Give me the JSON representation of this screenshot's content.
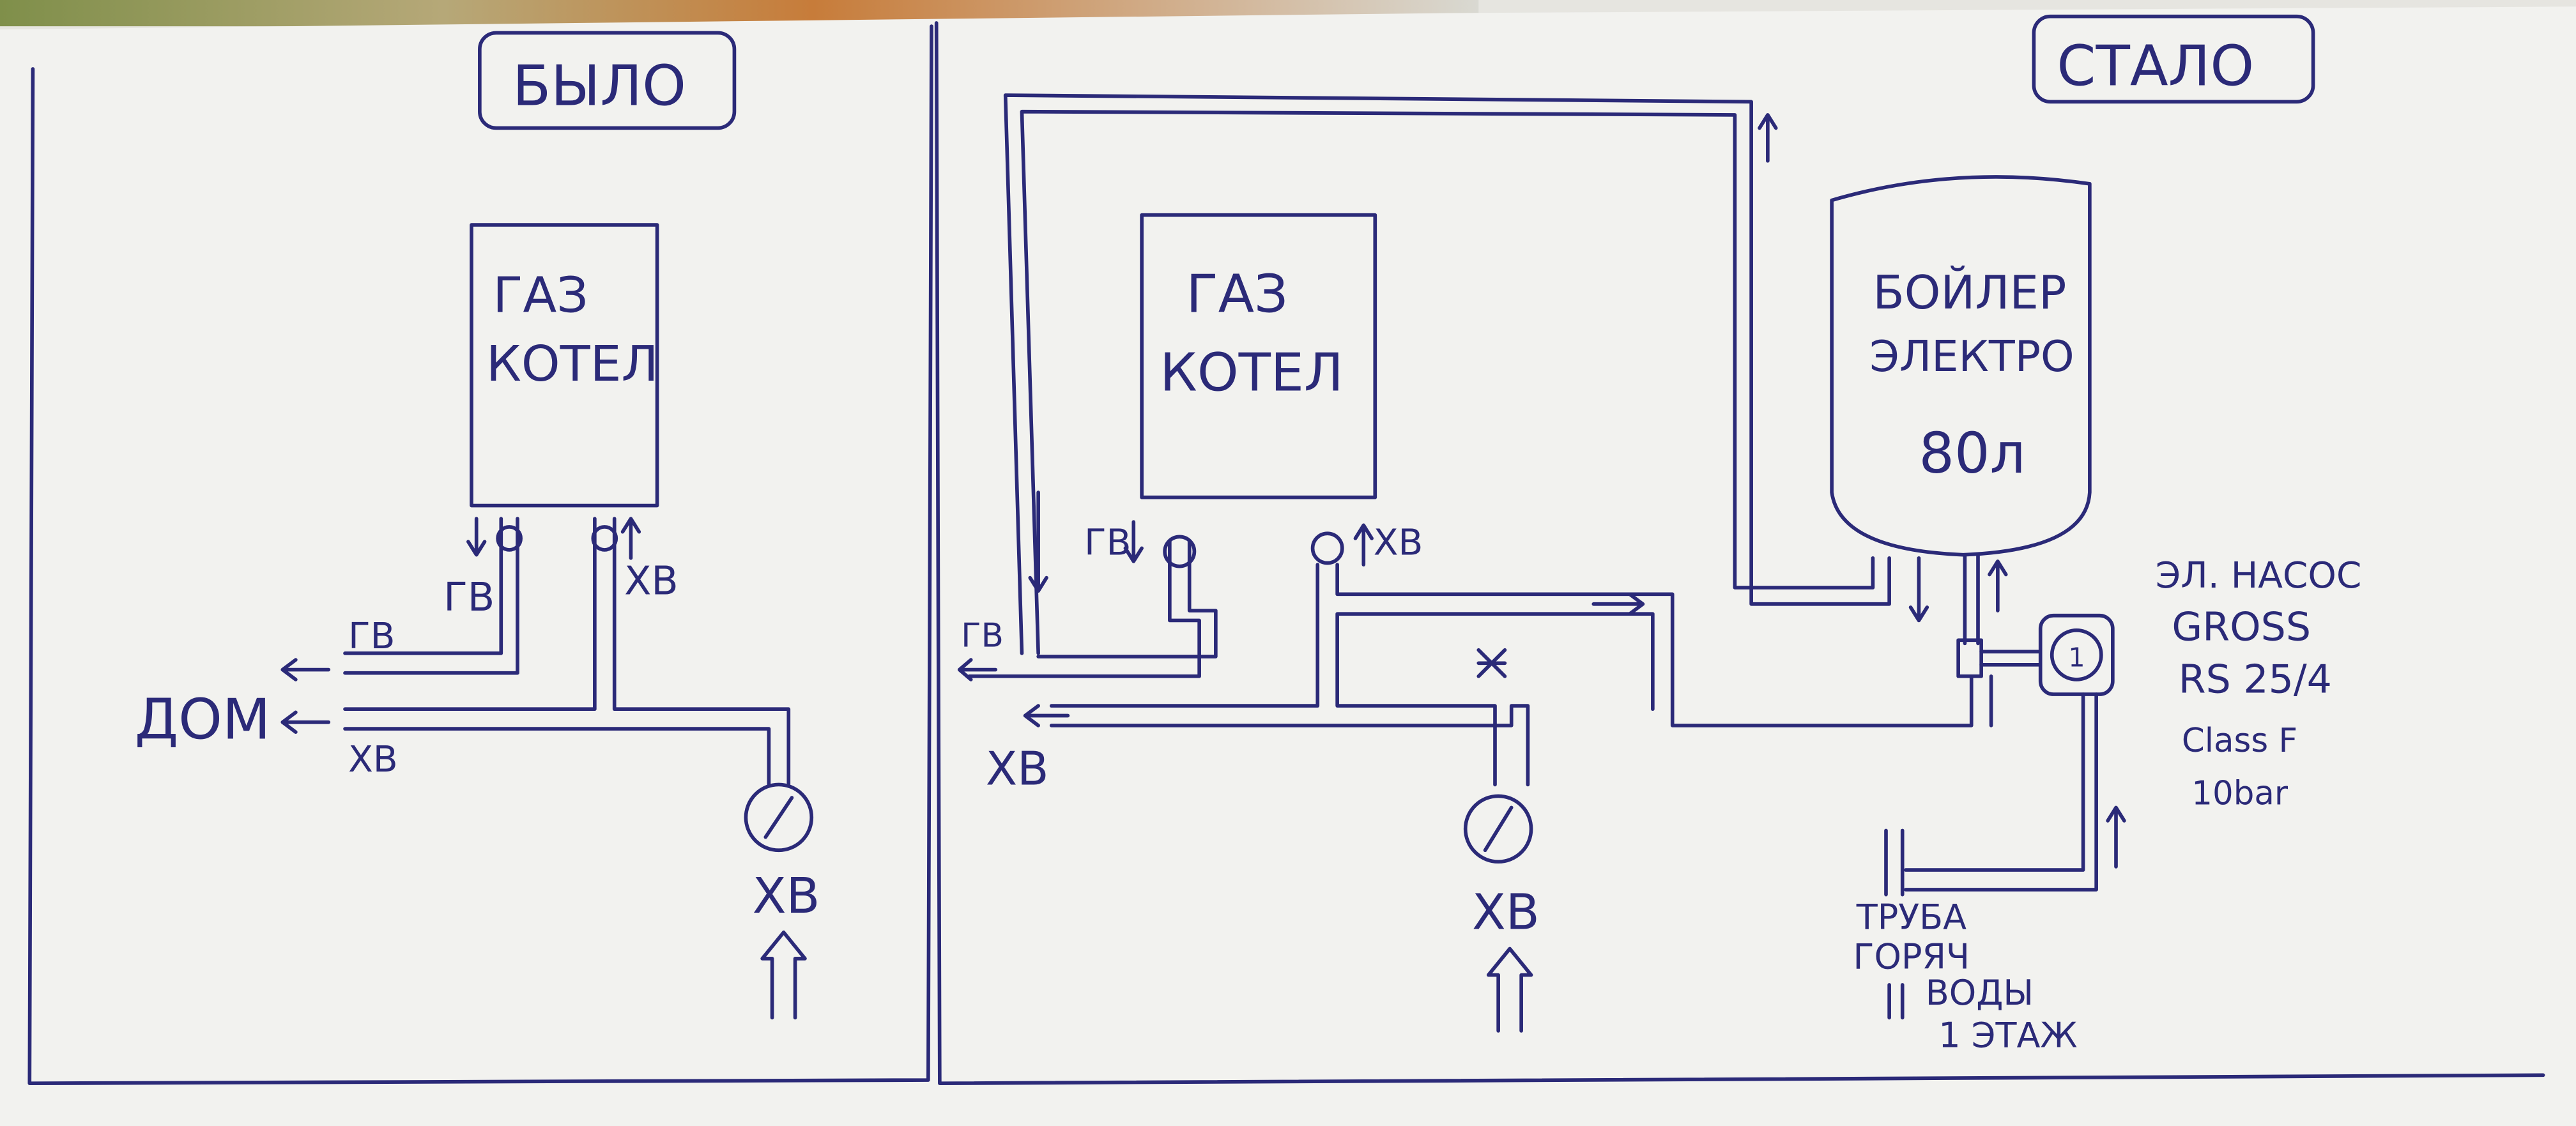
{
  "colors": {
    "paper": "#f2f2ef",
    "ink": "#2b2a78"
  },
  "before": {
    "title": "БЫЛО",
    "boiler": {
      "line1": "ГАЗ",
      "line2": "КОТЕЛ"
    },
    "hot_water": "ГВ",
    "cold_water": "ХВ",
    "house": "ДОМ",
    "house_hot": "ГВ",
    "house_cold": "ХВ",
    "meter_label": "ХВ"
  },
  "after": {
    "title": "СТАЛО",
    "boiler": {
      "line1": "ГАЗ",
      "line2": "КОТЕЛ"
    },
    "hot_water": "ГВ",
    "cold_water": "ХВ",
    "out_hot": "ГВ",
    "out_cold": "ХВ",
    "meter_label": "ХВ",
    "tank": {
      "line1": "БОЙЛЕР",
      "line2": "ЭЛЕКТРО",
      "line3": "80л"
    },
    "pump": {
      "line1": "ЭЛ. НАСОС",
      "line2": "GROSS",
      "line3": "RS 25/4",
      "line4": "Class F",
      "line5": "10bar",
      "dial": "1"
    },
    "pipe_note": {
      "line1": "ТРУБА",
      "line2": "ГОРЯЧ",
      "line3": "ВОДЫ",
      "line4": "1 ЭТАЖ"
    }
  }
}
